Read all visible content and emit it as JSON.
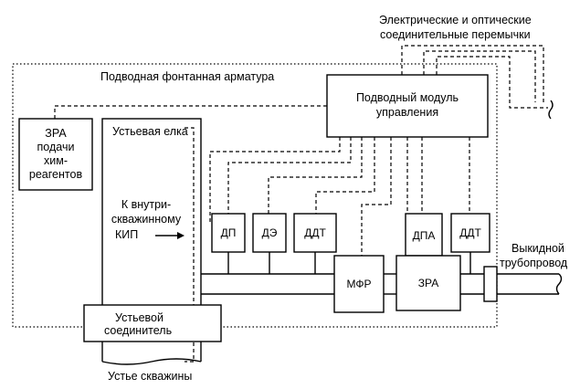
{
  "labels": {
    "jumpers_line1": "Электрические и оптические",
    "jumpers_line2": "соединительные перемычки",
    "tree_title": "Подводная фонтанная арматура",
    "control_module_line1": "Подводный модуль",
    "control_module_line2": "управления",
    "chem_valve_line1": "ЗРА",
    "chem_valve_line2": "подачи",
    "chem_valve_line3": "хим-",
    "chem_valve_line4": "реагентов",
    "christmas_tree": "Устьевая елка",
    "downhole_kip_line1": "К внутри-",
    "downhole_kip_line2": "скважинному",
    "downhole_kip_line3": "КИП",
    "sensor_dp": "ДП",
    "sensor_de": "ДЭ",
    "sensor_ddt1": "ДДТ",
    "mfr": "МФР",
    "dpa": "ДПА",
    "zra": "ЗРА",
    "sensor_ddt2": "ДДТ",
    "flowline_line1": "Выкидной",
    "flowline_line2": "трубопровод",
    "wellhead_connector_line1": "Устьевой",
    "wellhead_connector_line2": "соединитель",
    "wellhead": "Устье скважины"
  }
}
